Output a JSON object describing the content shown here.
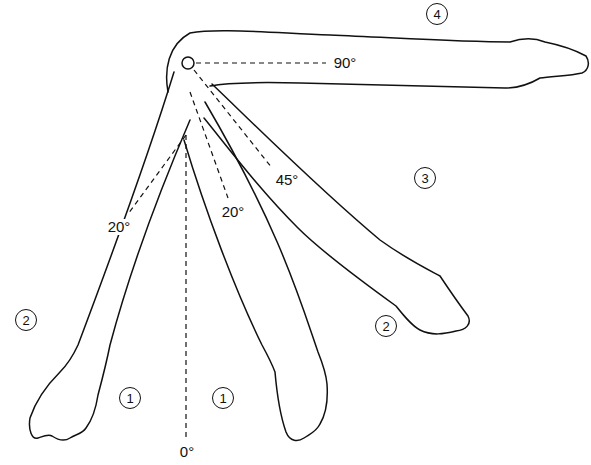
{
  "diagram": {
    "nodes": [
      {
        "text": [
          "4"
        ]
      },
      {
        "text": [
          "3"
        ]
      },
      {
        "text": [
          "2"
        ]
      },
      {
        "text": [
          "2"
        ]
      },
      {
        "text": [
          "1"
        ]
      },
      {
        "text": [
          "1"
        ]
      }
    ],
    "labels": [
      "90°",
      "45°",
      "20°",
      "20°",
      "0°"
    ]
  }
}
